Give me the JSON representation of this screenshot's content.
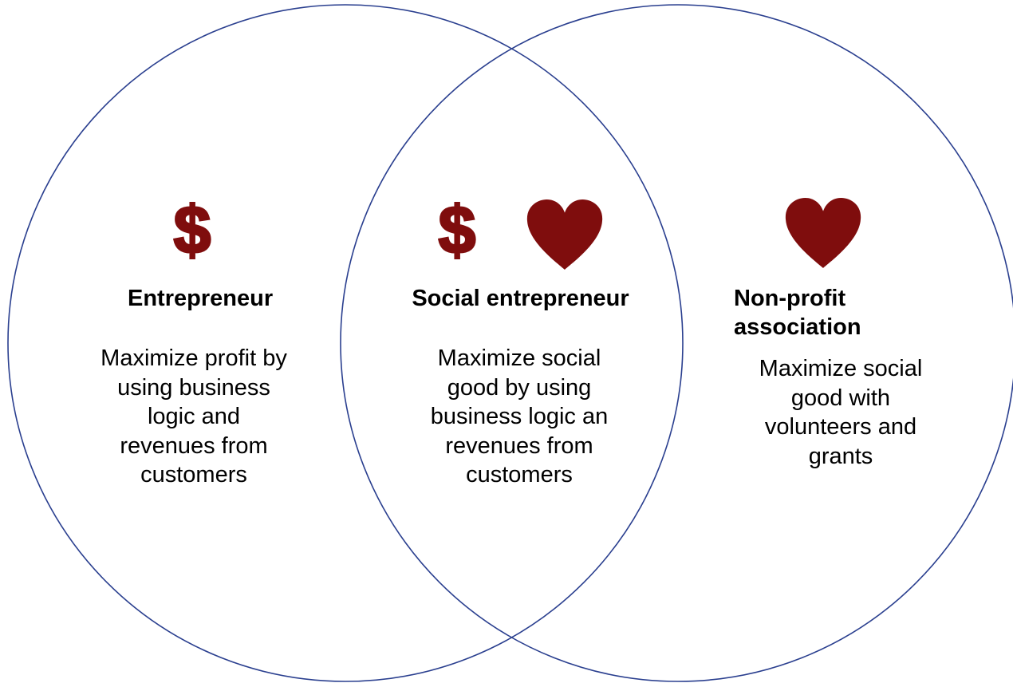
{
  "colors": {
    "circle_stroke": "#2a3f8f",
    "symbol": "#7f0d0d",
    "text": "#000000"
  },
  "icons": {
    "dollar_glyph": "$",
    "heart": "heart-icon"
  },
  "entrepreneur": {
    "title": "Entrepreneur",
    "description": "Maximize profit by\nusing business\nlogic and\nrevenues from\ncustomers"
  },
  "social_entrepreneur": {
    "title": "Social entrepreneur",
    "description": "Maximize social\ngood by using\nbusiness logic an\nrevenues from\ncustomers"
  },
  "non_profit": {
    "title": "Non-profit\nassociation",
    "description": "Maximize social\ngood with\nvolunteers and\ngrants"
  }
}
